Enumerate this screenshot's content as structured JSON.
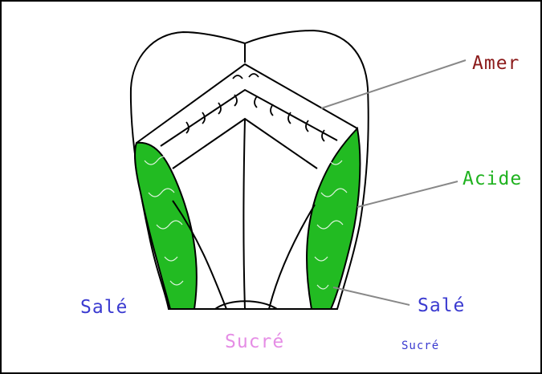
{
  "diagram": {
    "labels": {
      "amer": "Amer",
      "acide": "Acide",
      "sale_left": "Salé",
      "sale_right": "Salé",
      "sucre": "Sucré",
      "sucre_small": "Sucré"
    },
    "colors": {
      "outline": "#000000",
      "acid_zone": "#22bb22",
      "amer_text": "#8b1a1a",
      "acide_text": "#1fb21f",
      "sale_text": "#3a3ad0",
      "sucre_text": "#e58de5",
      "leader": "#888888"
    }
  }
}
